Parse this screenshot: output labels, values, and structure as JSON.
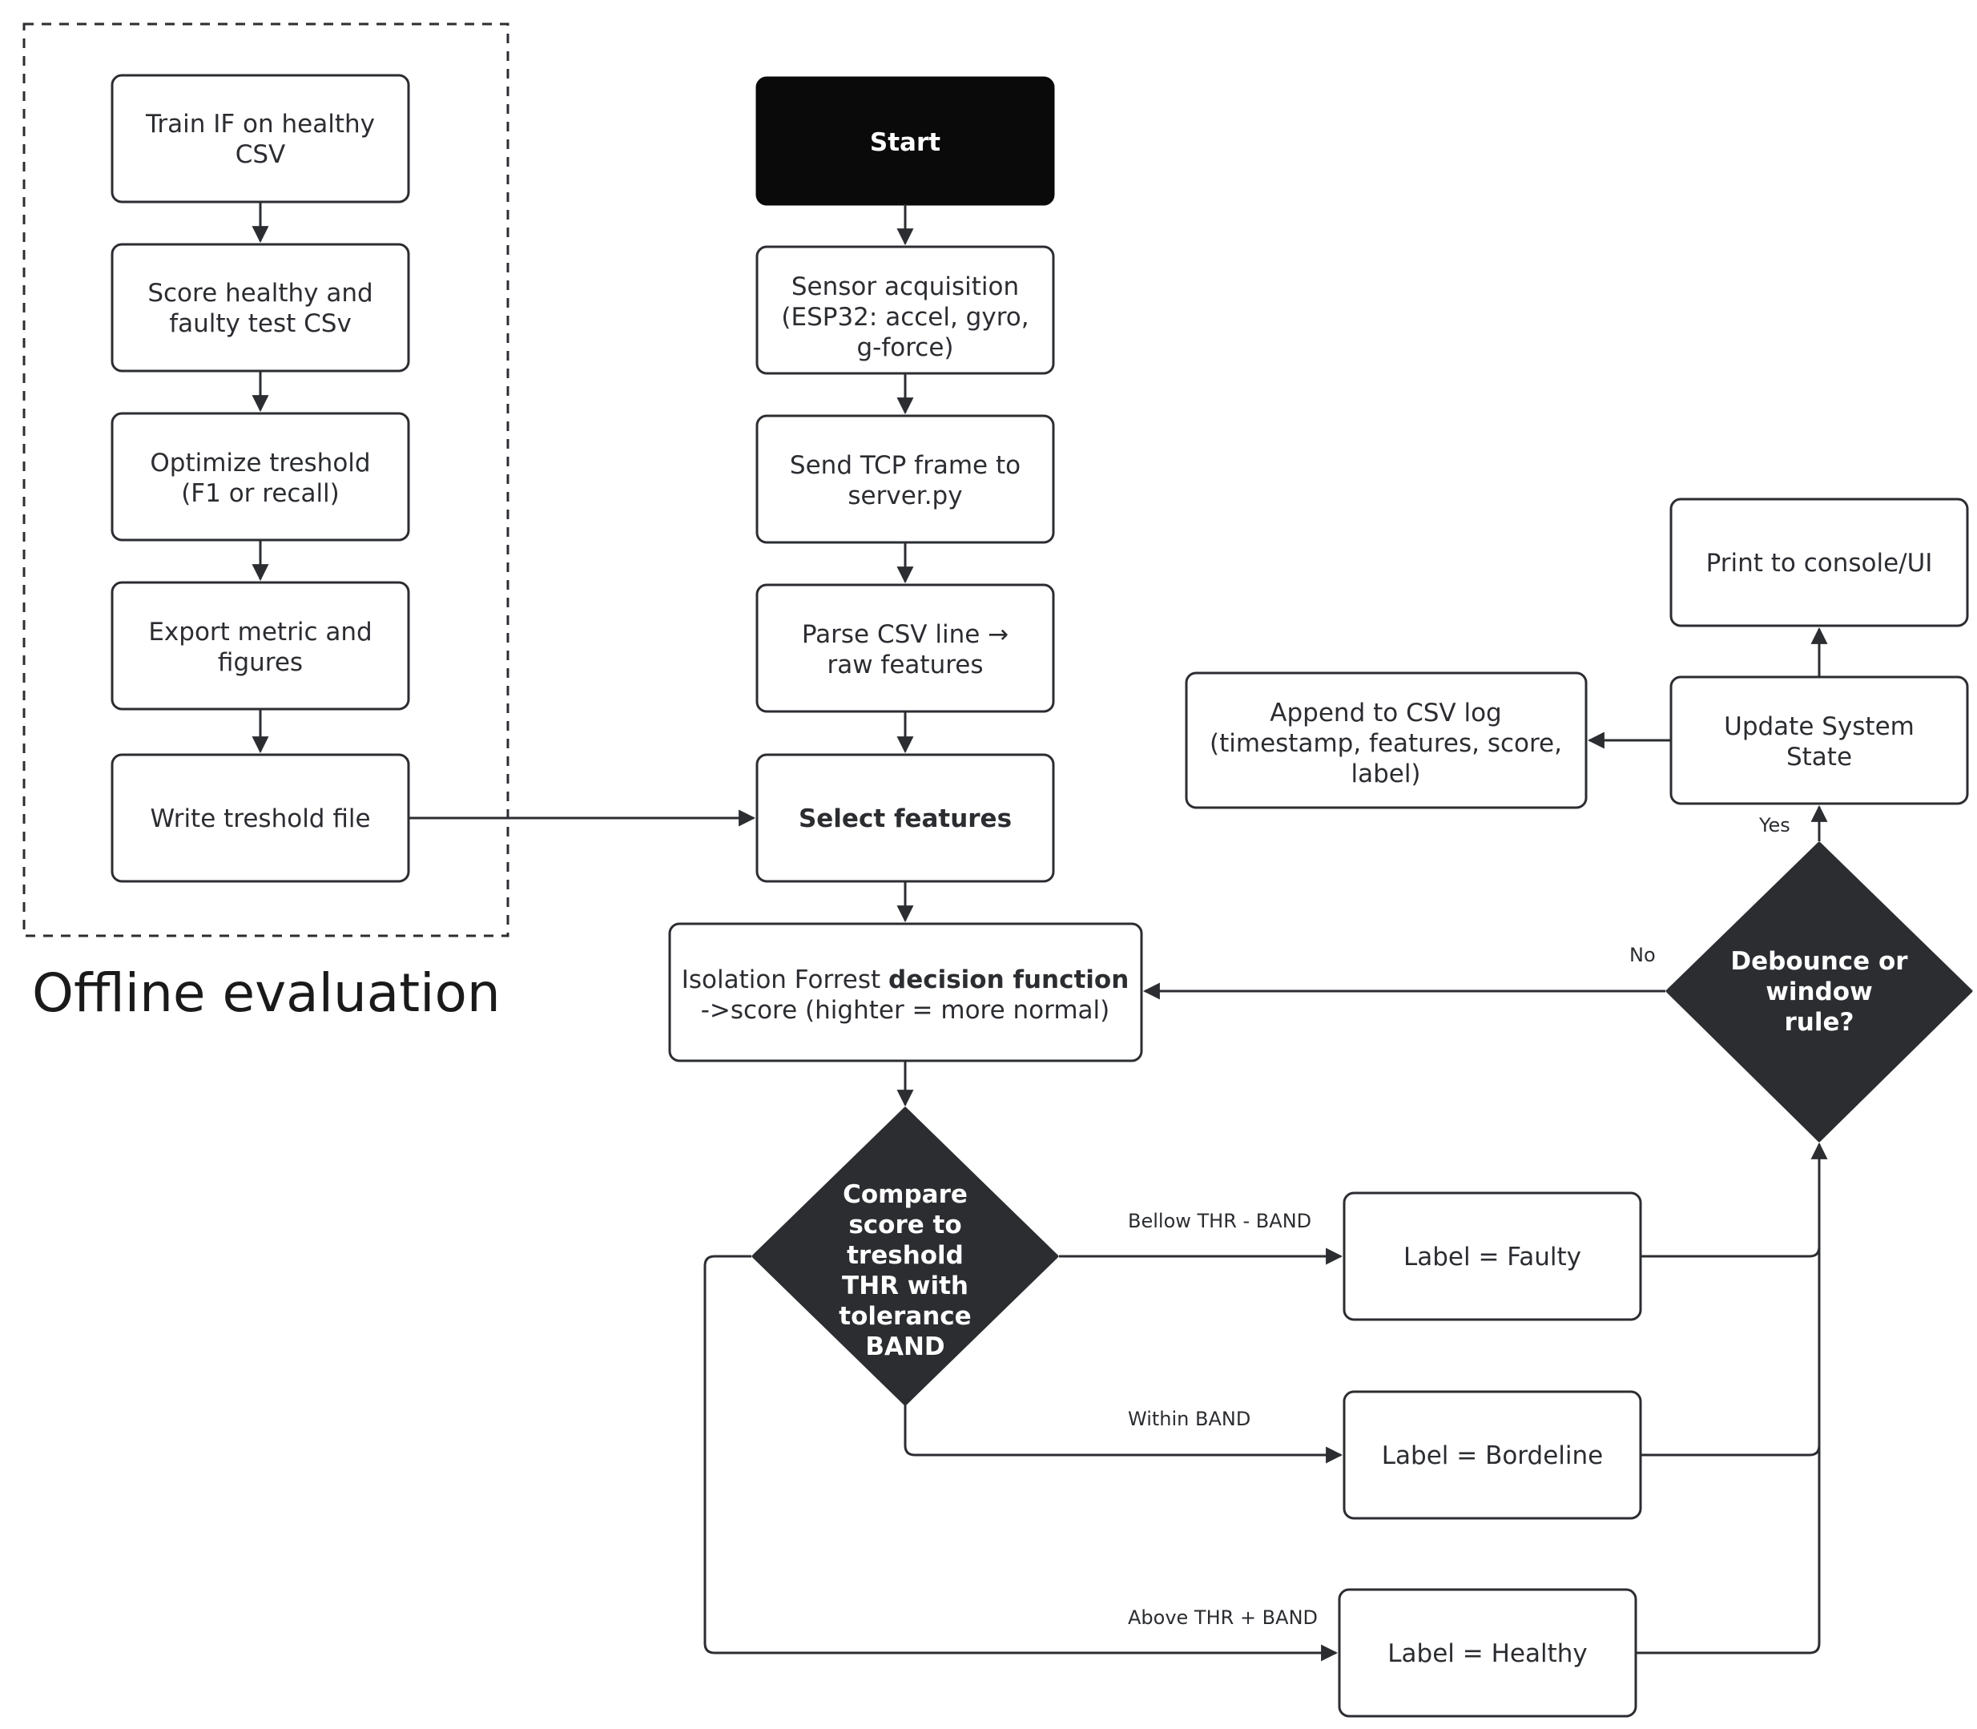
{
  "offline": {
    "title": "Offline evaluation",
    "train": [
      "Train IF on healthy",
      "CSV"
    ],
    "score": [
      "Score healthy and",
      "faulty test CSv"
    ],
    "optimize": [
      "Optimize treshold",
      "(F1 or recall)"
    ],
    "export": [
      "Export metric and",
      "figures"
    ],
    "write": "Write treshold file"
  },
  "main": {
    "start": "Start",
    "sensor": [
      "Sensor acquisition",
      "(ESP32: accel, gyro,",
      "g-force)"
    ],
    "send": [
      "Send TCP frame to",
      "server.py"
    ],
    "parse": [
      "Parse CSV line →",
      "raw features"
    ],
    "select": "Select features",
    "isolation_prefix": "Isolation Forrest ",
    "isolation_bold": "decision function",
    "isolation_line2": "->score (highter = more normal)",
    "compare": [
      "Compare",
      "score to",
      "treshold",
      "THR with",
      "tolerance",
      "BAND"
    ]
  },
  "labels": {
    "faulty": "Label = Faulty",
    "borderline": "Label = Bordeline",
    "healthy": "Label = Healthy"
  },
  "edges": {
    "below": "Bellow THR - BAND",
    "within": "Within BAND",
    "above": "Above THR + BAND",
    "no": "No",
    "yes": "Yes"
  },
  "right": {
    "debounce": [
      "Debounce or",
      "window",
      "rule?"
    ],
    "update": [
      "Update System",
      "State"
    ],
    "print": "Print to console/UI",
    "append": [
      "Append to CSV log",
      "(timestamp, features, score,",
      "label)"
    ]
  }
}
